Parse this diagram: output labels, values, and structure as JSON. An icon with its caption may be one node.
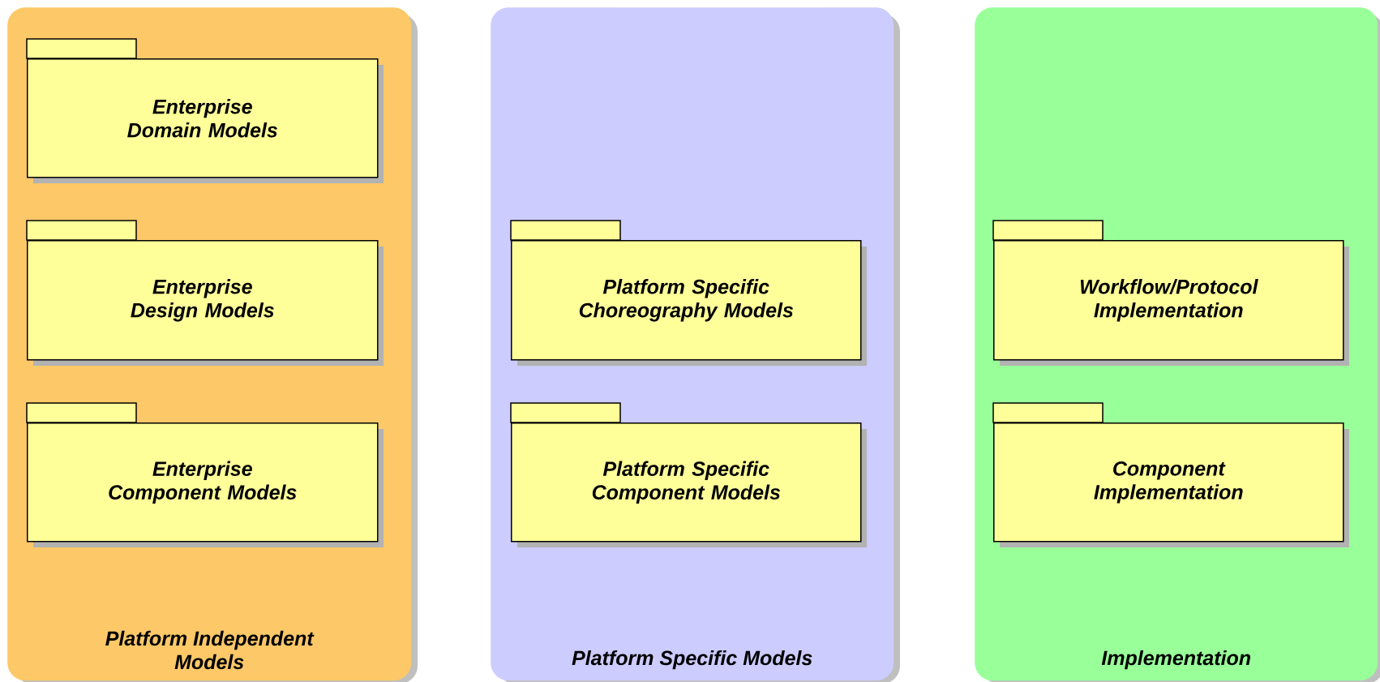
{
  "diagram": {
    "nodes": [
      {
        "text": [
          "Platform Independent Models"
        ]
      },
      {
        "text": [
          "Enterprise Domain Models"
        ],
        "in": 0
      },
      {
        "text": [
          "Enterprise Design Models"
        ],
        "in": 0
      },
      {
        "text": [
          "Enterprise Component Models"
        ],
        "in": 0
      },
      {
        "text": [
          "Platform Specific Models"
        ]
      },
      {
        "text": [
          "Platform Specific Choreography Models"
        ],
        "in": 4
      },
      {
        "text": [
          "Platform Specific Component Models"
        ],
        "in": 4
      },
      {
        "text": [
          "Implementation"
        ]
      },
      {
        "text": [
          "Workflow/Protocol Implementation"
        ],
        "in": 7
      },
      {
        "text": [
          "Component Implementation"
        ],
        "in": 7
      }
    ]
  }
}
